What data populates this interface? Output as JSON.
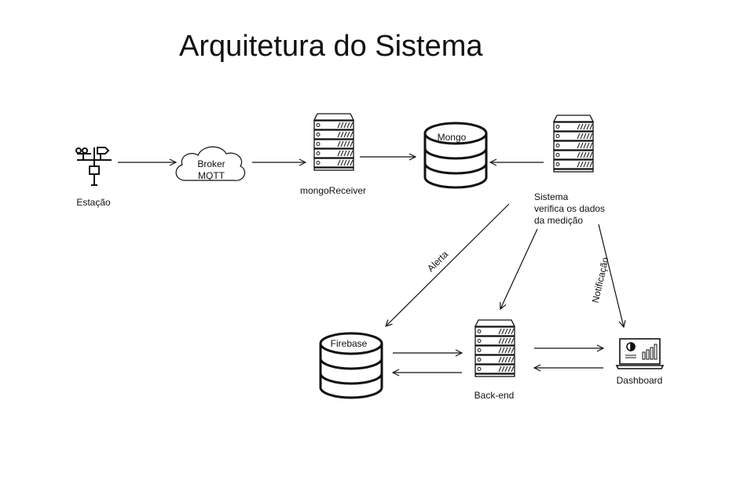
{
  "title": "Arquitetura do Sistema",
  "nodes": {
    "estacao": {
      "label": "Estação",
      "icon": "weather-station-icon"
    },
    "broker": {
      "line1": "Broker",
      "line2": "MQTT",
      "icon": "cloud-icon"
    },
    "mongo_receiver": {
      "label": "mongoReceiver",
      "icon": "server-rack-icon"
    },
    "mongo": {
      "label": "Mongo",
      "icon": "database-icon"
    },
    "sistema": {
      "line1": "Sistema",
      "line2": "verifica os dados",
      "line3": "da medição",
      "icon": "server-rack-icon"
    },
    "firebase": {
      "label": "Firebase",
      "icon": "database-icon"
    },
    "backend": {
      "label": "Back-end",
      "icon": "server-rack-icon"
    },
    "dashboard": {
      "label": "Dashboard",
      "icon": "laptop-dashboard-icon"
    }
  },
  "edges": {
    "alerta": "Alerta",
    "notificacao": "Notificação"
  },
  "colors": {
    "stroke": "#111111",
    "background": "#ffffff"
  }
}
